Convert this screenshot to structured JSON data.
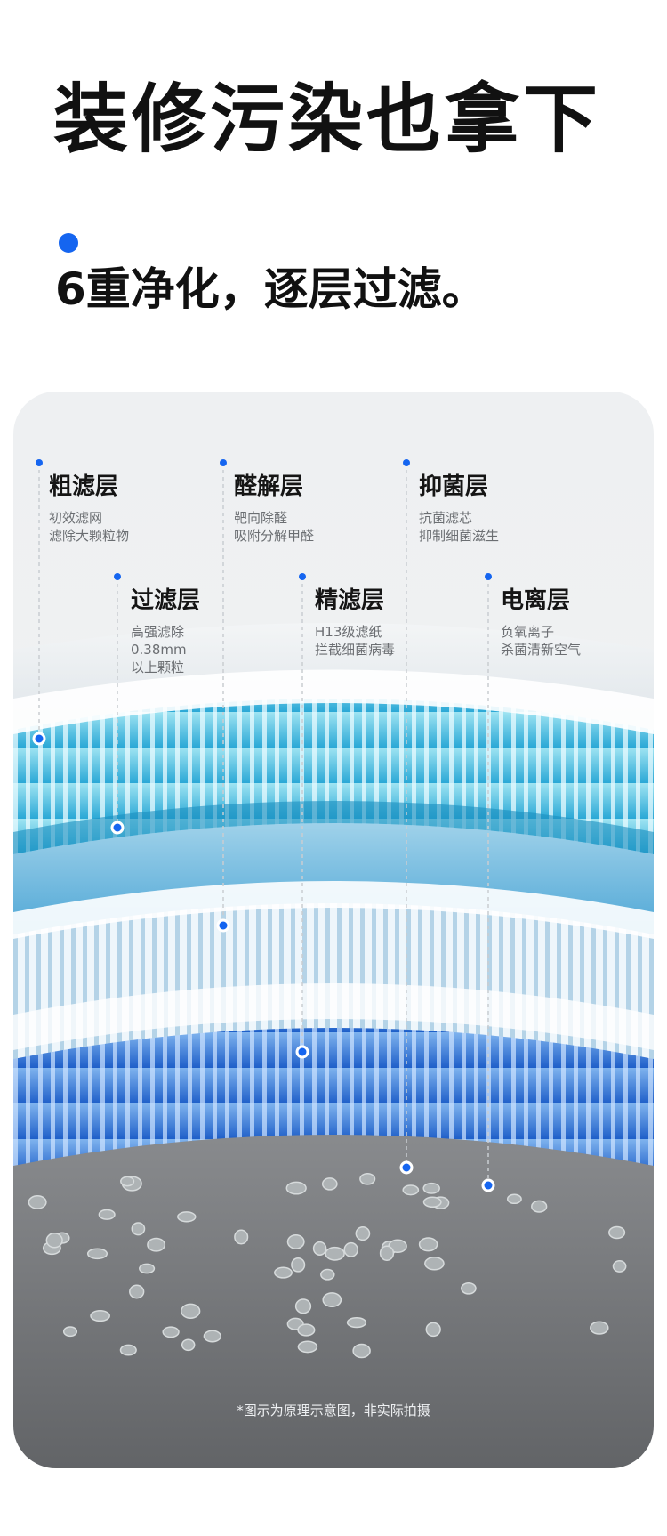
{
  "headline": "装修污染也拿下",
  "subheadline": "6重净化，逐层过滤。",
  "colors": {
    "accent": "#1565f0",
    "panel_bg": "#eef0f2",
    "bottom_gray": "#6b6d70"
  },
  "layers": [
    {
      "title": "粗滤层",
      "desc": "初效滤网\n滤除大颗粒物"
    },
    {
      "title": "过滤层",
      "desc": "高强滤除\n0.38mm\n以上颗粒"
    },
    {
      "title": "醛解层",
      "desc": "靶向除醛\n吸附分解甲醛"
    },
    {
      "title": "精滤层",
      "desc": "H13级滤纸\n拦截细菌病毒"
    },
    {
      "title": "抑菌层",
      "desc": "抗菌滤芯\n抑制细菌滋生"
    },
    {
      "title": "电离层",
      "desc": "负氧离子\n杀菌清新空气"
    }
  ],
  "footnote": "*图示为原理示意图，非实际拍摄"
}
